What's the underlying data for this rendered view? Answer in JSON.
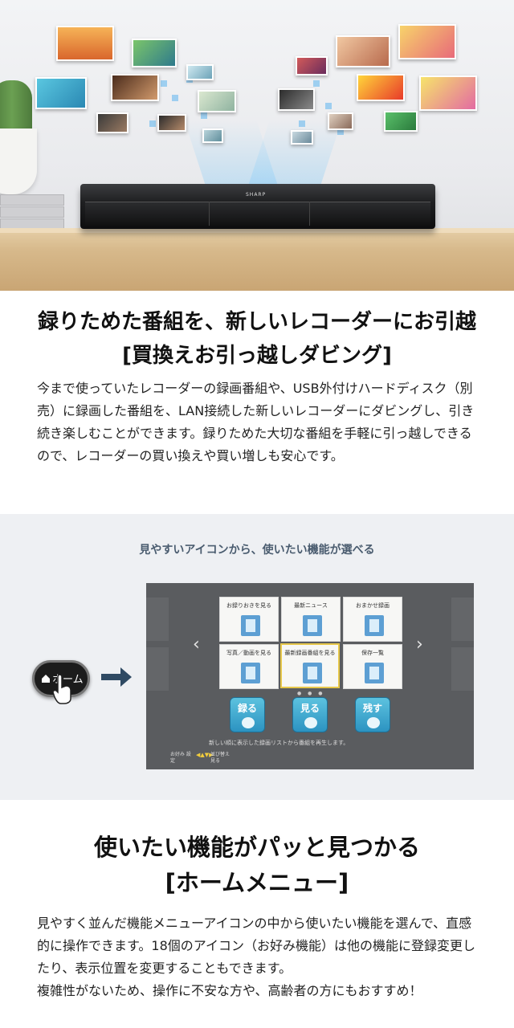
{
  "hero": {
    "recorder_brand": "SHARP"
  },
  "section1": {
    "title": "録りためた番組を、新しいレコーダーにお引越",
    "subtitle": "[買換えお引っ越しダビング]",
    "body": "今まで使っていたレコーダーの録画番組や、USB外付けハードディスク（別売）に録画した番組を、LAN接続した新しいレコーダーにダビングし、引き続き楽しむことができます。録りためた大切な番組を手軽に引っ越しできるので、レコーダーの買い換えや買い増しも安心です。"
  },
  "menu_panel": {
    "caption": "見やすいアイコンから、使いたい機能が選べる",
    "remote_button_label": "ホーム",
    "tiles": [
      {
        "label": "お録りおきを見る",
        "icon": "recording-film-icon"
      },
      {
        "label": "最新ニュース",
        "icon": "news-film-icon"
      },
      {
        "label": "おまかせ録画",
        "icon": "auto-record-icon"
      },
      {
        "label": "写真／動画を見る",
        "icon": "photo-video-icon"
      },
      {
        "label": "最新録画番組を見る",
        "icon": "latest-recording-icon"
      },
      {
        "label": "保存一覧",
        "icon": "storage-list-icon"
      }
    ],
    "big_buttons": [
      {
        "label": "録る",
        "icon": "clock-icon"
      },
      {
        "label": "見る",
        "icon": "play-icon"
      },
      {
        "label": "残す",
        "icon": "disc-arrow-icon"
      }
    ],
    "hint": "新しい順に表示した録画リストから番組を再生します。",
    "legend_left": "お好み 設定",
    "legend_right": "並び替え 見る",
    "nav_prev": "‹",
    "nav_next": "›"
  },
  "section2": {
    "title": "使いたい機能がパッと見つかる",
    "subtitle": "[ホームメニュー]",
    "body": "見やすく並んだ機能メニューアイコンの中から使いたい機能を選んで、直感的に操作できます。18個のアイコン（お好み機能）は他の機能に登録変更したり、表示位置を変更することもできます。\n複雑性がないため、操作に不安な方や、高齢者の方にもおすすめ！"
  },
  "colors": {
    "panel_background": "#eef0f3",
    "screen_background": "#5a5c5f",
    "accent_blue": "#2c93c1",
    "caption_text": "#4a5c6f"
  }
}
